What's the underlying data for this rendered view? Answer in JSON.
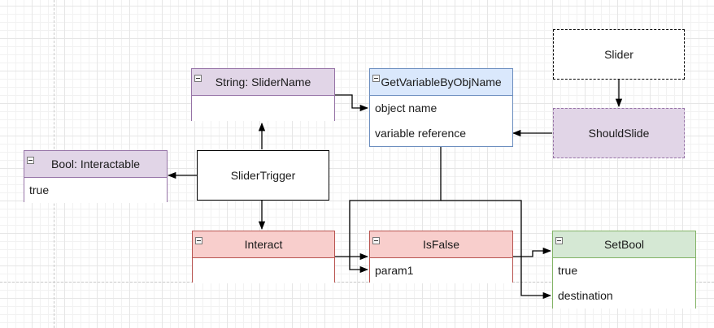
{
  "nodes": {
    "string_slidername": {
      "title": "String: SliderName",
      "rows": [
        ""
      ]
    },
    "getvariable": {
      "title": "GetVariableByObjName",
      "rows": [
        "object name",
        "variable reference"
      ]
    },
    "slider": {
      "label": "Slider"
    },
    "shouldslide": {
      "label": "ShouldSlide"
    },
    "bool_interactable": {
      "title": "Bool: Interactable",
      "rows": [
        "true"
      ]
    },
    "slidertrigger": {
      "label": "SliderTrigger"
    },
    "interact": {
      "title": "Interact",
      "rows": [
        ""
      ]
    },
    "isfalse": {
      "title": "IsFalse",
      "rows": [
        "param1"
      ]
    },
    "setbool": {
      "title": "SetBool",
      "rows": [
        "true",
        "destination"
      ]
    }
  },
  "colors": {
    "purple_fill": "#e1d5e7",
    "purple_stroke": "#9673a6",
    "blue_fill": "#dae8fc",
    "blue_stroke": "#6c8ebf",
    "red_fill": "#f8cecc",
    "red_stroke": "#b85450",
    "green_fill": "#d5e8d4",
    "green_stroke": "#82b366",
    "edge": "#000000"
  },
  "edges": [
    {
      "from": "slidertrigger",
      "to": "string_slidername"
    },
    {
      "from": "slidertrigger",
      "to": "bool_interactable"
    },
    {
      "from": "slidertrigger",
      "to": "interact"
    },
    {
      "from": "string_slidername",
      "to": "getvariable.object name"
    },
    {
      "from": "slider",
      "to": "shouldslide"
    },
    {
      "from": "shouldslide",
      "to": "getvariable.variable reference"
    },
    {
      "from": "getvariable",
      "to": "isfalse.param1"
    },
    {
      "from": "getvariable",
      "to": "setbool.destination"
    },
    {
      "from": "interact",
      "to": "isfalse"
    },
    {
      "from": "isfalse",
      "to": "setbool"
    }
  ]
}
